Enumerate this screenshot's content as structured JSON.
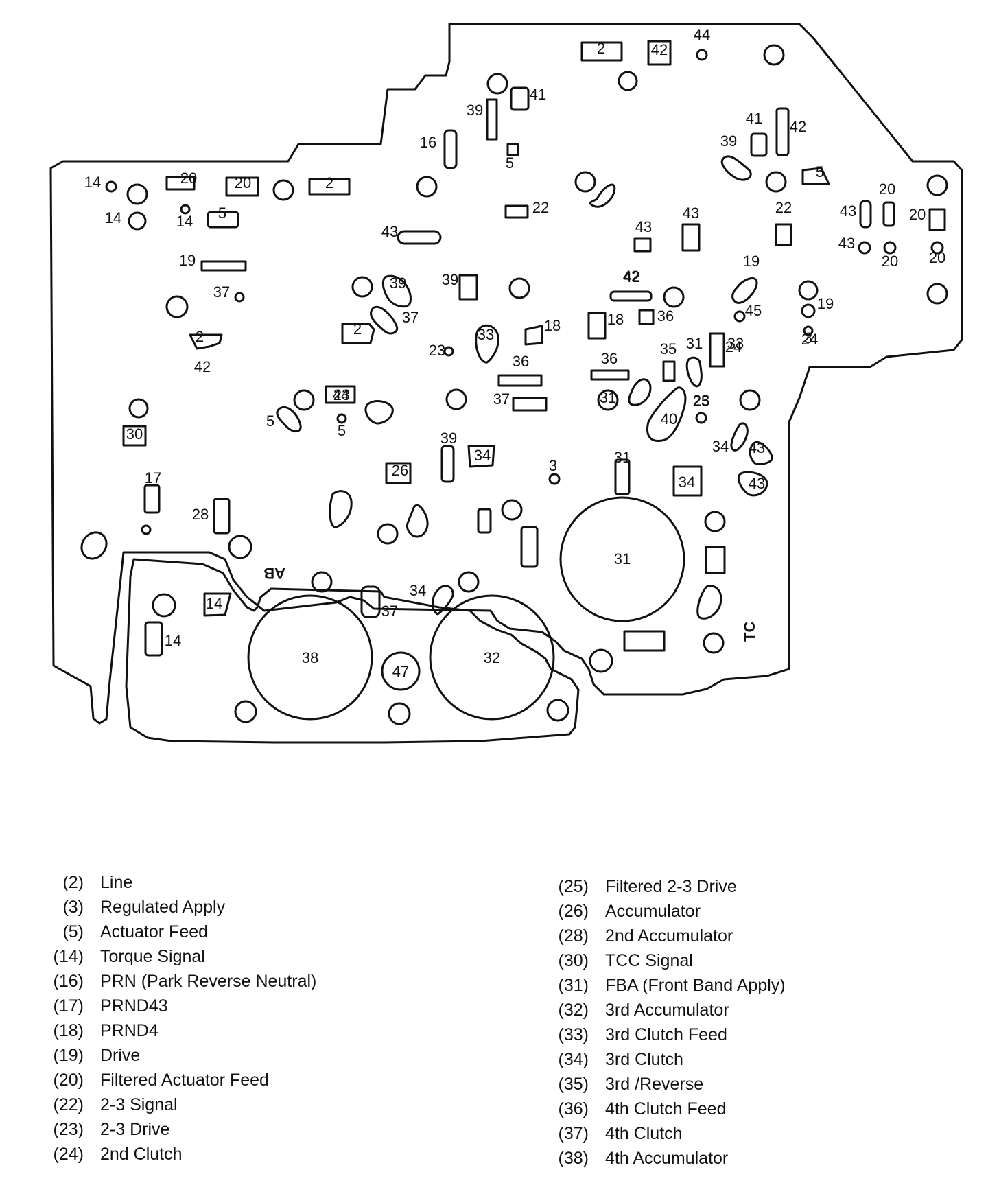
{
  "diagram": {
    "marks": [
      "TC",
      "AB"
    ],
    "circle_labels": [
      "38",
      "32",
      "31",
      "47"
    ],
    "port_labels": [
      "2",
      "42",
      "44",
      "41",
      "39",
      "16",
      "5",
      "20",
      "14",
      "22",
      "43",
      "19",
      "37",
      "18",
      "33",
      "36",
      "45",
      "3",
      "24",
      "23",
      "31",
      "35",
      "25",
      "40",
      "34",
      "30",
      "26",
      "17",
      "28"
    ]
  },
  "legend": {
    "left": [
      {
        "num": "(2)",
        "label": "Line"
      },
      {
        "num": "(3)",
        "label": "Regulated Apply"
      },
      {
        "num": "(5)",
        "label": "Actuator Feed"
      },
      {
        "num": "(14)",
        "label": "Torque Signal"
      },
      {
        "num": "(16)",
        "label": "PRN (Park Reverse Neutral)"
      },
      {
        "num": "(17)",
        "label": "PRND43"
      },
      {
        "num": "(18)",
        "label": "PRND4"
      },
      {
        "num": "(19)",
        "label": "Drive"
      },
      {
        "num": "(20)",
        "label": "Filtered Actuator Feed"
      },
      {
        "num": "(22)",
        "label": "2-3 Signal"
      },
      {
        "num": "(23)",
        "label": "2-3 Drive"
      },
      {
        "num": "(24)",
        "label": "2nd Clutch"
      }
    ],
    "right": [
      {
        "num": "(25)",
        "label": "Filtered 2-3 Drive"
      },
      {
        "num": "(26)",
        "label": "Accumulator"
      },
      {
        "num": "(28)",
        "label": "2nd Accumulator"
      },
      {
        "num": "(30)",
        "label": "TCC Signal"
      },
      {
        "num": "(31)",
        "label": "FBA (Front Band Apply)"
      },
      {
        "num": "(32)",
        "label": "3rd Accumulator"
      },
      {
        "num": "(33)",
        "label": "3rd Clutch Feed"
      },
      {
        "num": "(34)",
        "label": "3rd Clutch"
      },
      {
        "num": "(35)",
        "label": "3rd /Reverse"
      },
      {
        "num": "(36)",
        "label": "4th Clutch Feed"
      },
      {
        "num": "(37)",
        "label": "4th Clutch"
      },
      {
        "num": "(38)",
        "label": "4th Accumulator"
      }
    ]
  }
}
